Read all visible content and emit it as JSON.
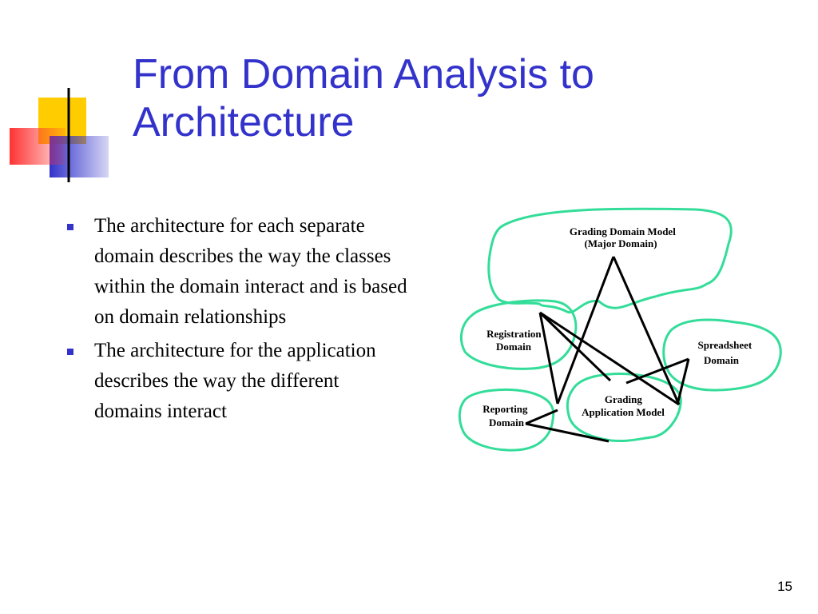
{
  "slide": {
    "title_line1": "From Domain Analysis to",
    "title_line2": "Architecture",
    "bullets": [
      "The architecture for each separate domain describes the way the classes within the domain interact and is based on domain relationships",
      "The architecture for the application describes the way the different domains interact"
    ],
    "page_number": "15"
  },
  "diagram": {
    "grading_domain_model": [
      "Grading Domain Model",
      "(Major Domain)"
    ],
    "registration_domain": [
      "Registration",
      "Domain"
    ],
    "spreadsheet_domain": [
      "Spreadsheet",
      "Domain"
    ],
    "grading_application_model": [
      "Grading",
      "Application Model"
    ],
    "reporting_domain": [
      "Reporting",
      "Domain"
    ]
  },
  "colors": {
    "title": "#3333cc",
    "bullet": "#3333cc",
    "domain_outline": "#33dd99",
    "deco_yellow": "#ffcc00",
    "deco_blue": "#3333cc",
    "deco_red": "#ff3333"
  }
}
